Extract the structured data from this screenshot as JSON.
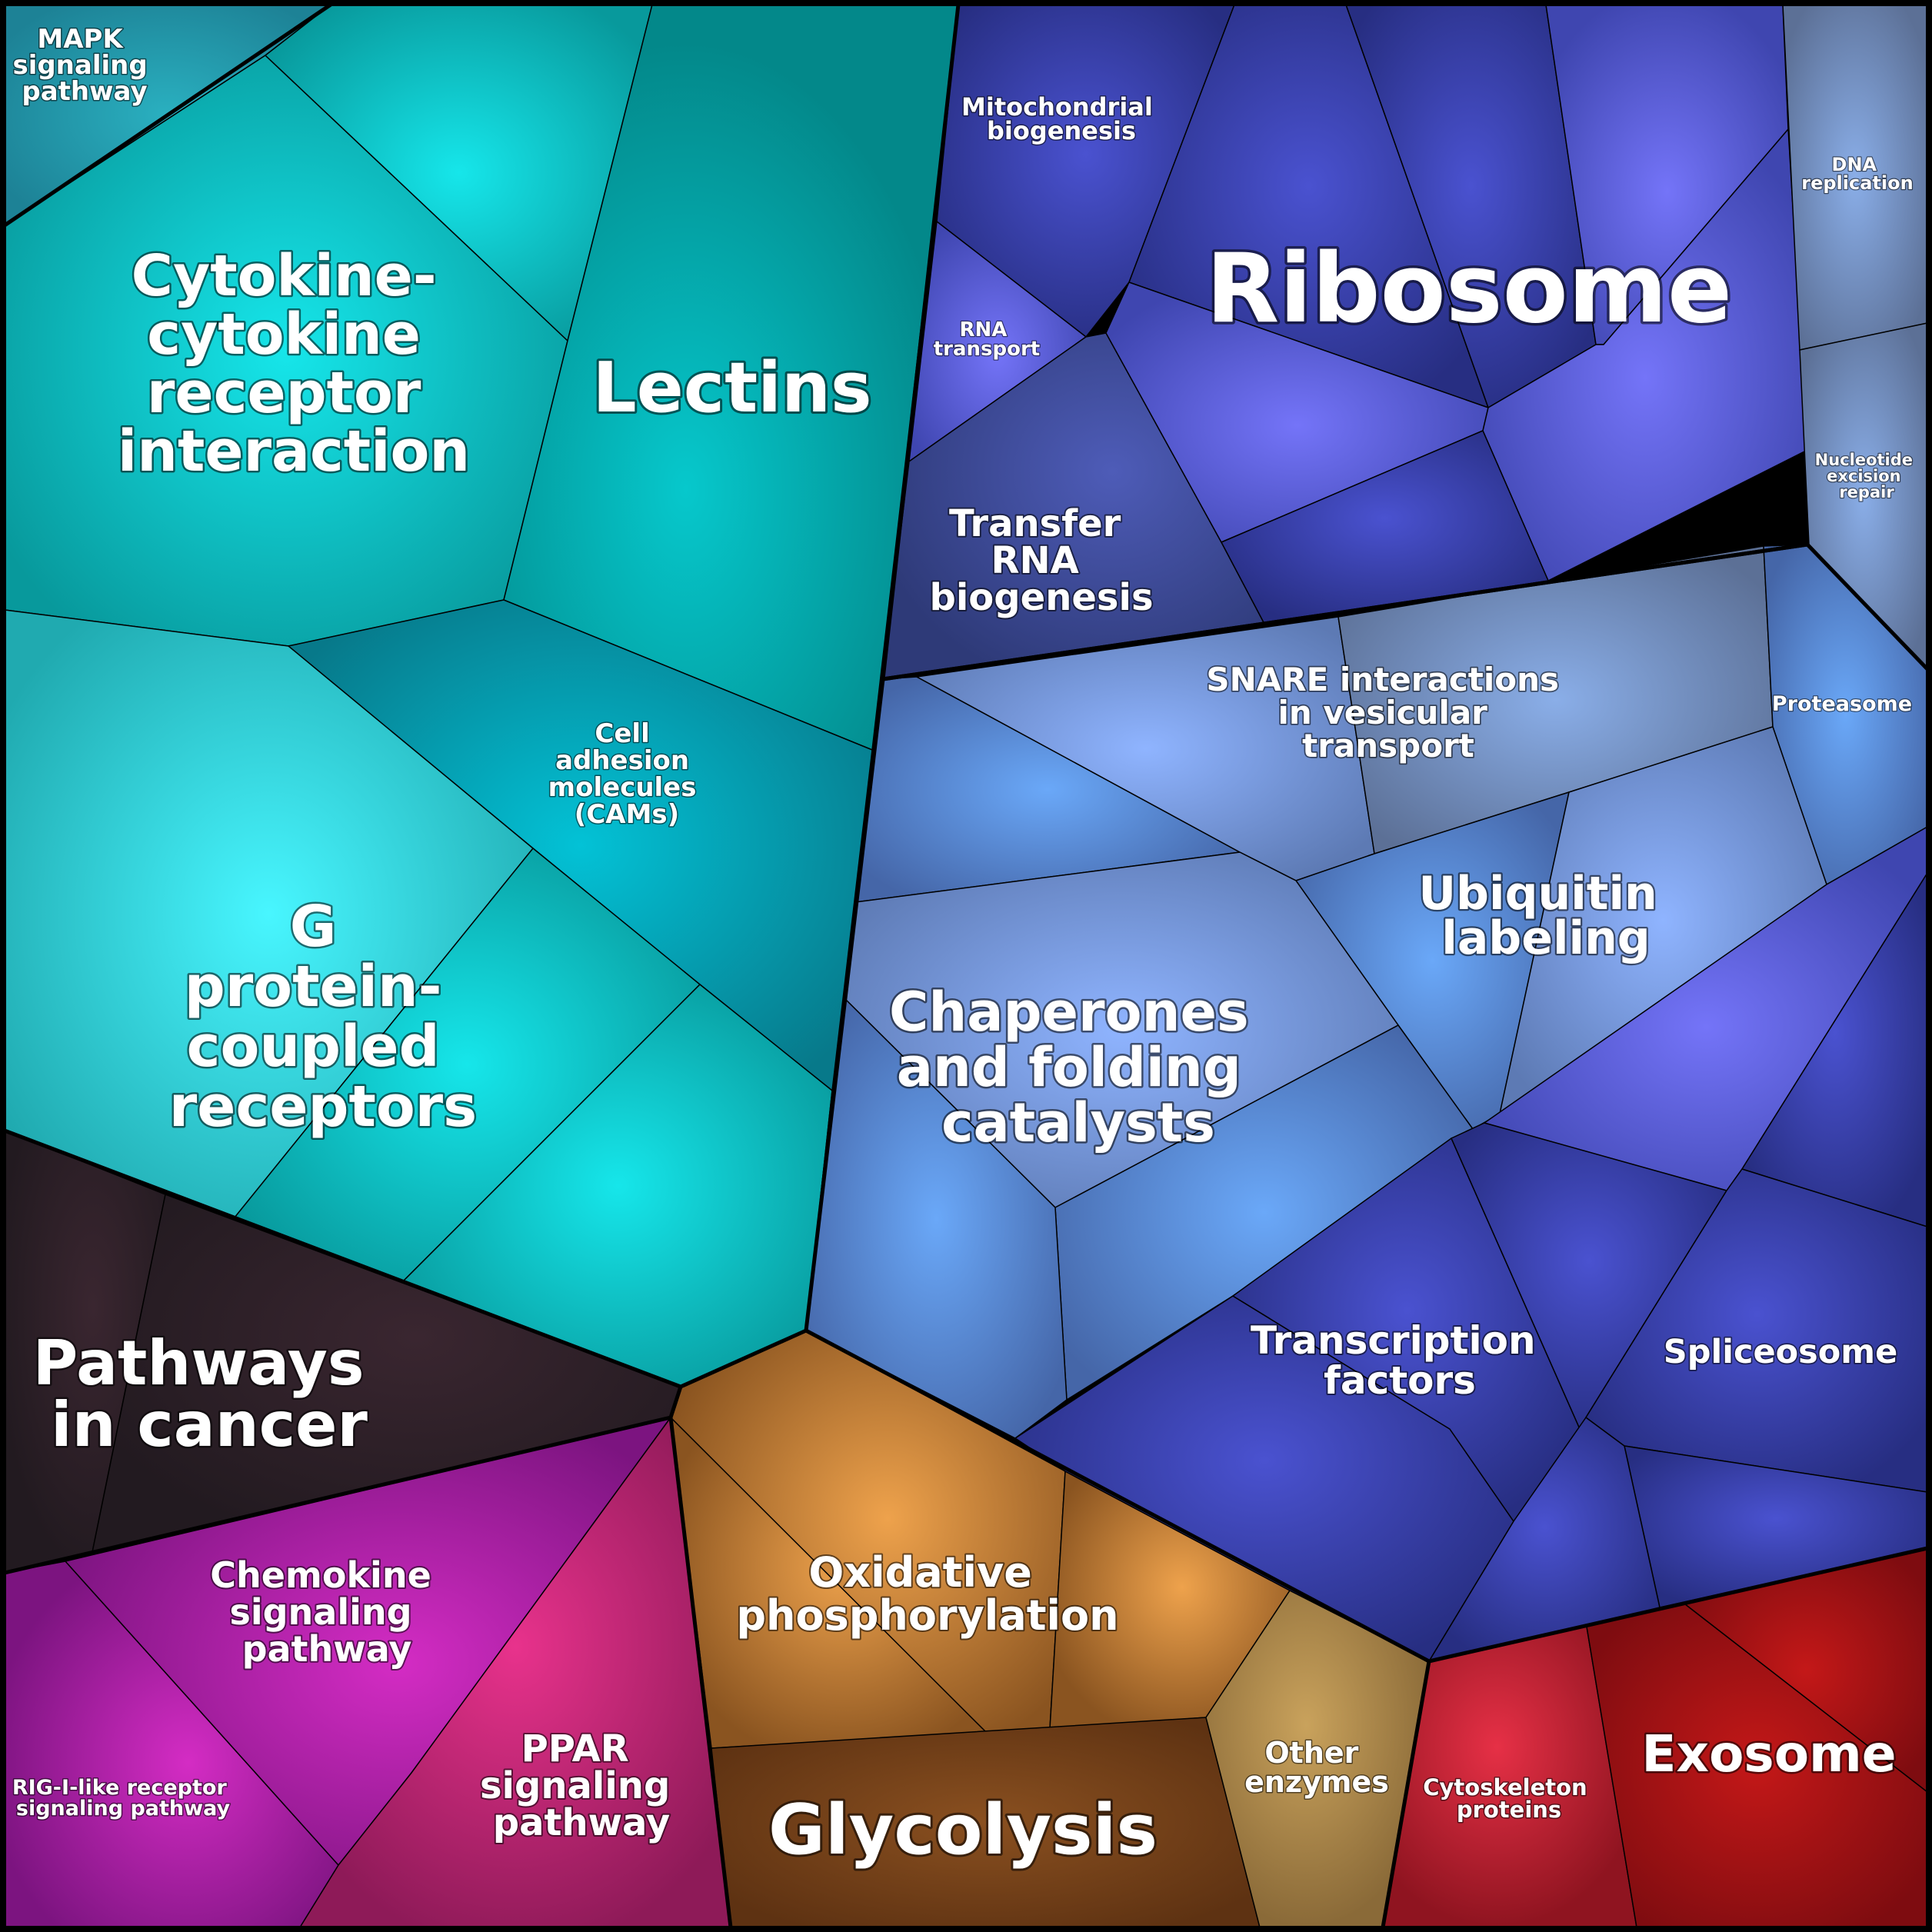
{
  "title": "",
  "colors": {
    "cyan": "#0aa6a8",
    "cyan_light": "#3ff3ff",
    "blue_dark": "#303a94",
    "blue_mid": "#5a64d0",
    "blue_light": "#8aa8f0",
    "slate": "#6f82b0",
    "magenta": "#b01f9a",
    "pink": "#d6308a",
    "orange": "#e39b45",
    "brown": "#7a4518",
    "olive": "#b38f4f",
    "red": "#c91d28",
    "dark": "#2b1e26"
  },
  "groups": [
    {
      "name": "cyan-group"
    },
    {
      "name": "dark-group"
    },
    {
      "name": "magenta-group"
    },
    {
      "name": "orange-group"
    },
    {
      "name": "blue-group"
    },
    {
      "name": "red-group"
    }
  ],
  "labels": {
    "mapk": [
      "MAPK",
      "signaling",
      "pathway"
    ],
    "cytokine": [
      "Cytokine-",
      "cytokine",
      "receptor",
      "interaction"
    ],
    "lectins": [
      "Lectins"
    ],
    "cams": [
      "Cell",
      "adhesion",
      "molecules",
      "(CAMs)"
    ],
    "gpcr": [
      "G",
      "protein-",
      "coupled",
      "receptors"
    ],
    "cancer": [
      "Pathways",
      "in cancer"
    ],
    "chemokine": [
      "Chemokine",
      "signaling",
      "pathway"
    ],
    "rigi": [
      "RIG-I-like receptor",
      "signaling pathway"
    ],
    "ppar": [
      "PPAR",
      "signaling",
      "pathway"
    ],
    "oxphos": [
      "Oxidative",
      "phosphorylation"
    ],
    "glycolysis": [
      "Glycolysis"
    ],
    "other_enzymes": [
      "Other",
      "enzymes"
    ],
    "cytoskeleton": [
      "Cytoskeleton",
      "proteins"
    ],
    "exosome": [
      "Exosome"
    ],
    "mito": [
      "Mitochondrial",
      "biogenesis"
    ],
    "ribosome": [
      "Ribosome"
    ],
    "dna_rep": [
      "DNA",
      "replication"
    ],
    "rna_transport": [
      "RNA",
      "transport"
    ],
    "trna": [
      "Transfer",
      "RNA",
      "biogenesis"
    ],
    "ner": [
      "Nucleotide",
      "excision",
      "repair"
    ],
    "snare": [
      "SNARE interactions",
      "in vesicular",
      "transport"
    ],
    "proteasome": [
      "Proteasome"
    ],
    "ubiquitin": [
      "Ubiquitin",
      "labeling"
    ],
    "chaperones": [
      "Chaperones",
      "and folding",
      "catalysts"
    ],
    "transcription": [
      "Transcription",
      "factors"
    ],
    "spliceosome": [
      "Spliceosome"
    ]
  }
}
